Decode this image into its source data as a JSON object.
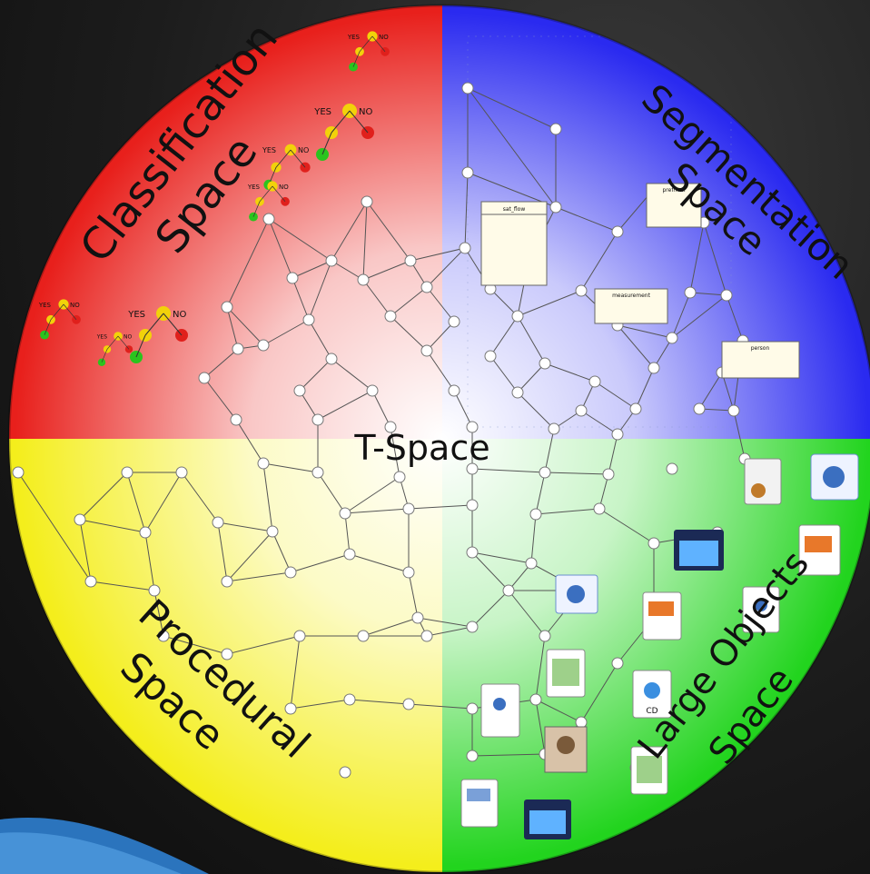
{
  "diagram": {
    "center_label": "T-Space",
    "quadrants": [
      {
        "id": "classification",
        "lines": [
          "Classification",
          "Space"
        ],
        "color": "#e8201c"
      },
      {
        "id": "segmentation",
        "lines": [
          "Segmentation",
          "Space"
        ],
        "color": "#2a2af0"
      },
      {
        "id": "procedural",
        "lines": [
          "Procedural",
          "Space"
        ],
        "color": "#f4ee1c"
      },
      {
        "id": "large_objects",
        "lines": [
          "Large Objects",
          "Space"
        ],
        "color": "#22d41e"
      }
    ],
    "decision_trees": {
      "yes_label": "YES",
      "no_label": "NO"
    },
    "tables": [
      {
        "title": "sat_flow"
      },
      {
        "title": "prefmax"
      },
      {
        "title": "measurement"
      },
      {
        "title": "person"
      }
    ],
    "file_icons": [
      "image-file-icon",
      "mail-icon",
      "video-icon",
      "document-icon",
      "music-icon",
      "spreadsheet-icon",
      "mindmap-icon",
      "photo-icon"
    ],
    "cd_label": "CD"
  },
  "colors": {
    "background": "#1c1c1c",
    "ribbon": "#2f7fd0",
    "node_fill": "#ffffff",
    "edge": "#555555"
  }
}
